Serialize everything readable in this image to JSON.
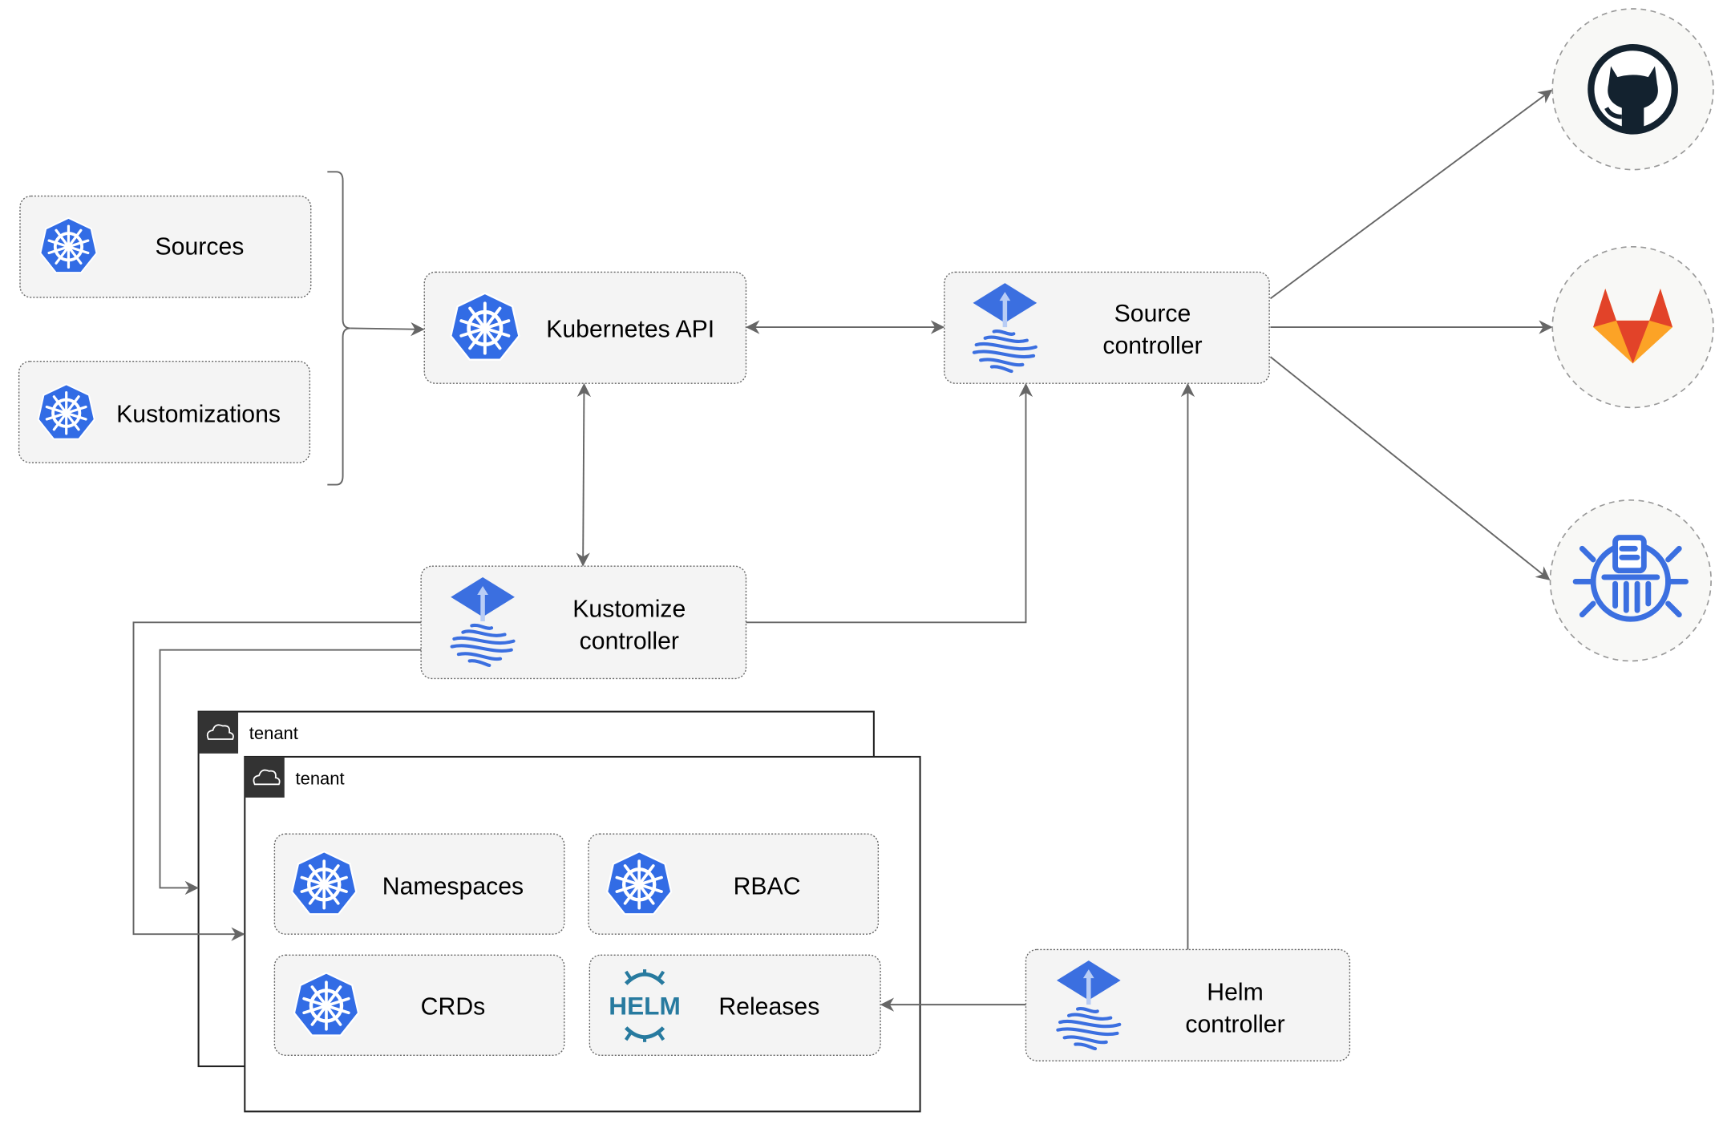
{
  "nodes": {
    "sources": "Sources",
    "kustomizations": "Kustomizations",
    "kubernetes_api": "Kubernetes API",
    "source_controller": [
      "Source",
      "controller"
    ],
    "kustomize_controller": [
      "Kustomize",
      "controller"
    ],
    "helm_controller": [
      "Helm",
      "controller"
    ],
    "namespaces": "Namespaces",
    "rbac": "RBAC",
    "crds": "CRDs",
    "releases": "Releases"
  },
  "tenants": [
    "tenant",
    "tenant"
  ],
  "helm_logo_text": "HELM",
  "external_sources": [
    "github-icon",
    "gitlab-icon",
    "bucket-icon"
  ],
  "colors": {
    "kubernetes_blue": "#326ce5",
    "flux_blue": "#3b6fe0",
    "edge": "#666666",
    "box_fill": "#f4f4f4",
    "helm_blue": "#277a9f",
    "gitlab_orange": "#e24329",
    "github_dark": "#13222f"
  }
}
